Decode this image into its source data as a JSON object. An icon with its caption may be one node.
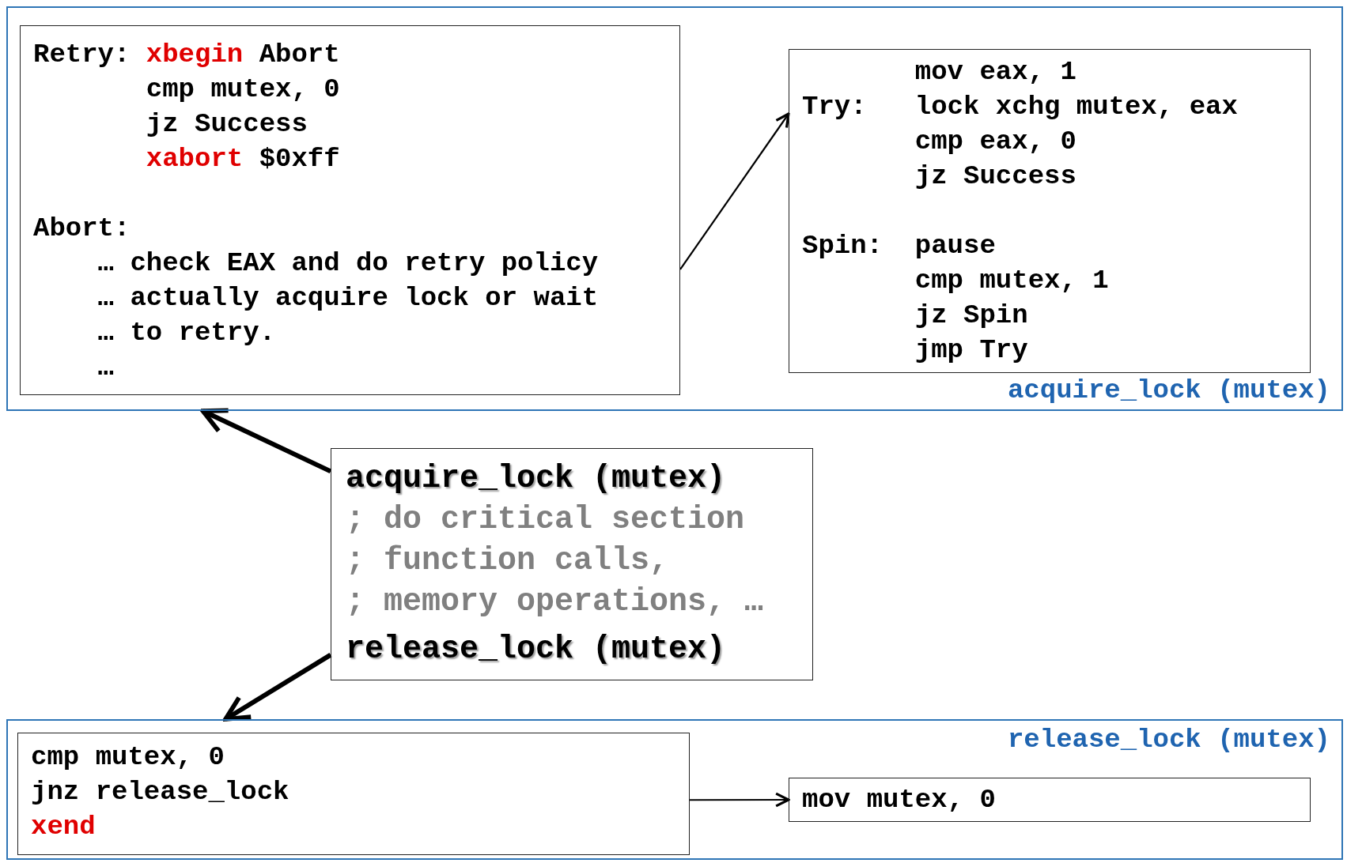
{
  "diagram": {
    "nodes": [
      {
        "text": [
          "acquire_lock (mutex)"
        ]
      },
      {
        "text": [
          "Retry: xbegin Abort",
          "cmp mutex, 0",
          "jz Success",
          "xabort $0xff",
          "Abort:",
          "… check EAX and do retry policy",
          "… actually acquire lock or wait",
          "… to retry.",
          "…"
        ],
        "in": 0
      },
      {
        "text": [
          "mov eax, 1",
          "Try: lock xchg mutex, eax",
          "cmp eax, 0",
          "jz Success",
          "Spin: pause",
          "cmp mutex, 1",
          "jz Spin",
          "jmp Try"
        ],
        "in": 0
      },
      {
        "text": [
          "acquire_lock (mutex)",
          "; do critical section",
          "; function calls,",
          "; memory operations, …",
          "release_lock (mutex)"
        ]
      },
      {
        "text": [
          "release_lock (mutex)"
        ]
      },
      {
        "text": [
          "cmp mutex, 0",
          "jnz release_lock",
          "xend"
        ],
        "in": 4
      },
      {
        "text": [
          "mov mutex, 0"
        ],
        "in": 4
      }
    ],
    "edges": [
      {
        "from": 1,
        "to": 2,
        "arrow": "to"
      },
      {
        "from": 3,
        "to": 0,
        "arrow": "to",
        "style": "thick"
      },
      {
        "from": 3,
        "to": 4,
        "arrow": "to",
        "style": "thick"
      },
      {
        "from": 5,
        "to": 6,
        "arrow": "to"
      }
    ]
  }
}
